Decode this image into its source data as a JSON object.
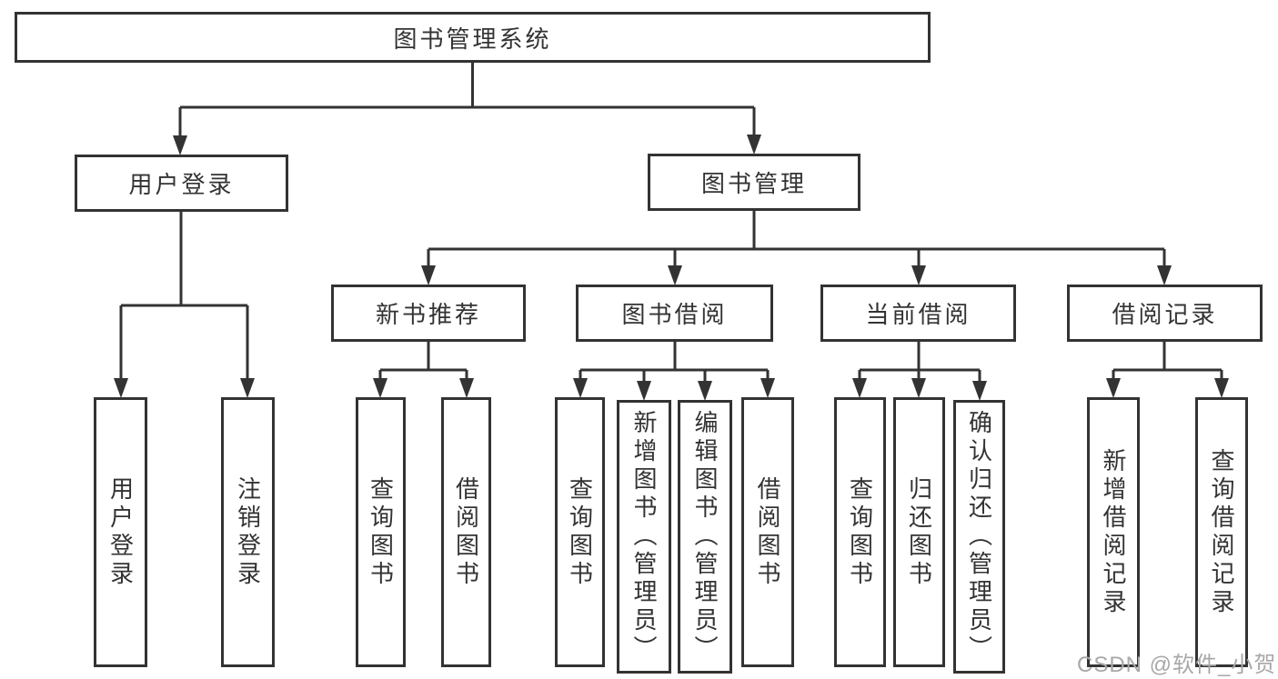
{
  "tree": {
    "root": {
      "label": "图书管理系统"
    },
    "branches": [
      {
        "label": "用户登录",
        "children": [
          {
            "label": "用户登录"
          },
          {
            "label": "注销登录"
          }
        ]
      },
      {
        "label": "图书管理",
        "children": [
          {
            "label": "新书推荐",
            "children": [
              {
                "label": "查询图书"
              },
              {
                "label": "借阅图书"
              }
            ]
          },
          {
            "label": "图书借阅",
            "children": [
              {
                "label": "查询图书"
              },
              {
                "label": "新增图书（管理员）"
              },
              {
                "label": "编辑图书（管理员）"
              },
              {
                "label": "借阅图书"
              }
            ]
          },
          {
            "label": "当前借阅",
            "children": [
              {
                "label": "查询图书"
              },
              {
                "label": "归还图书"
              },
              {
                "label": "确认归还（管理员）"
              }
            ]
          },
          {
            "label": "借阅记录",
            "children": [
              {
                "label": "新增借阅记录"
              },
              {
                "label": "查询借阅记录"
              }
            ]
          }
        ]
      }
    ]
  },
  "watermark": {
    "text": "CSDN @软件_小贺同学"
  },
  "colors": {
    "line": "#333333",
    "box_border": "#333333",
    "text": "#333333",
    "watermark": "#a8a8a8",
    "background": "#ffffff"
  }
}
